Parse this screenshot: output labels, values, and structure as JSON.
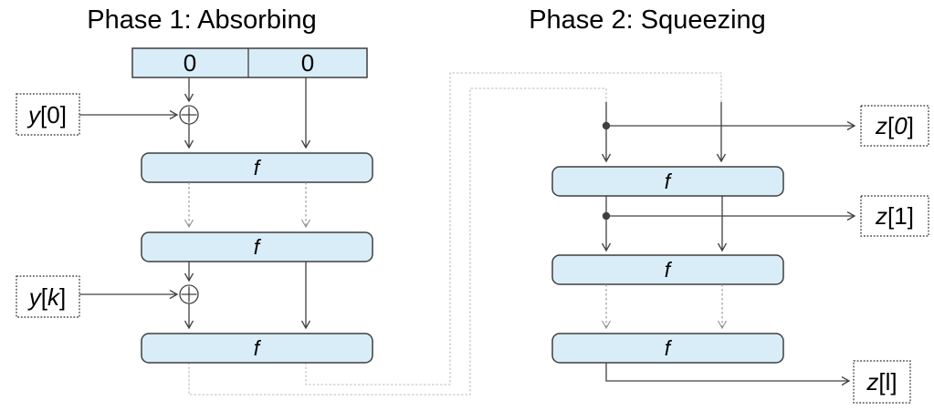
{
  "titles": {
    "phase1": "Phase 1: Absorbing",
    "phase2": "Phase 2: Squeezing"
  },
  "register": {
    "left_value": "0",
    "right_value": "0"
  },
  "f_label": "f",
  "io_labels": {
    "y0": {
      "v": "y",
      "rest": "[0]"
    },
    "yk": {
      "v": "y",
      "open": "[",
      "k": "k",
      "close": "]"
    },
    "z0": {
      "v": "z",
      "open": "[",
      "n": "0",
      "close": "]"
    },
    "z1": {
      "v": "z",
      "rest": "[1]"
    },
    "zl": {
      "v": "z",
      "rest": "[l]"
    }
  },
  "icons": {
    "xor": "circle-plus",
    "junction": "filled-dot",
    "arrowhead": "open-chevron"
  },
  "colors": {
    "background": "#ffffff",
    "text": "#000000",
    "box_fill": "#d9edf8",
    "box_border": "#3f3f3f",
    "wire": "#404040",
    "repeat_wire": "#8f8f8f",
    "feedback_wire": "#bdbdbd",
    "label_box_border": "#2b2b2b"
  }
}
